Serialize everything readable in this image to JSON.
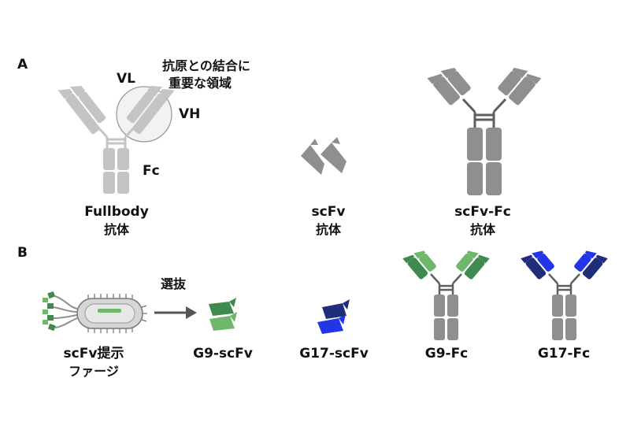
{
  "panels": {
    "a": "A",
    "b": "B"
  },
  "labels": {
    "region_line1": "抗原との結合に",
    "region_line2": "重要な領域",
    "vl": "VL",
    "vh": "VH",
    "fc": "Fc",
    "fullbody_l1": "Fullbody",
    "fullbody_l2": "抗体",
    "scfv_l1": "scFv",
    "scfv_l2": "抗体",
    "scfvfc_l1": "scFv-Fc",
    "scfvfc_l2": "抗体",
    "select": "選抜",
    "phage_l1": "scFv提示",
    "phage_l2": "ファージ",
    "g9scfv": "G9-scFv",
    "g17scfv": "G17-scFv",
    "g9fc": "G9-Fc",
    "g17fc": "G17-Fc"
  },
  "colors": {
    "light_gray": "#c4c4c4",
    "dark_gray": "#8f8f8f",
    "green_dark": "#3f8a4f",
    "green_light": "#6fb86b",
    "navy": "#1f2d7a",
    "blue": "#2236e8"
  }
}
